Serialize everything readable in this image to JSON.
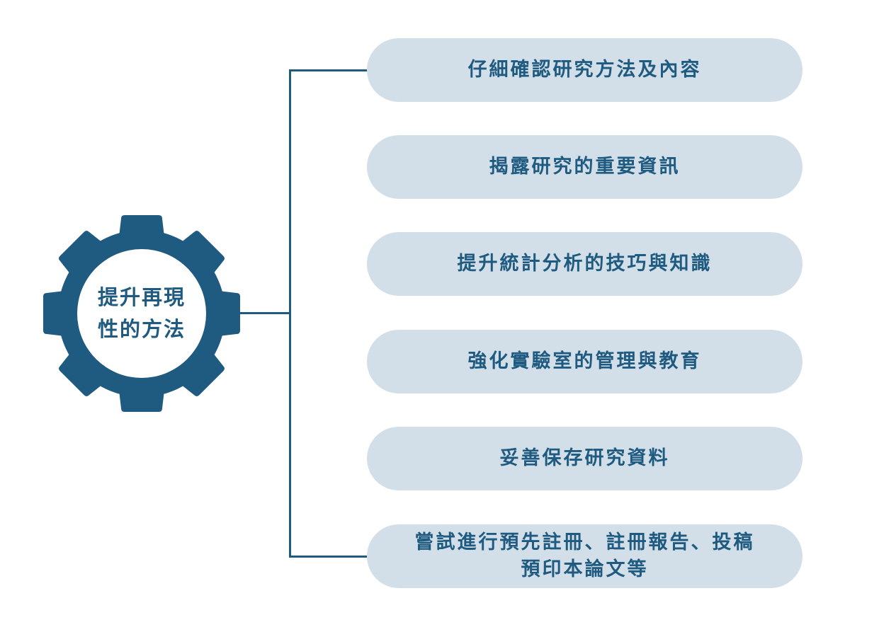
{
  "center": {
    "label_line1": "提升再現",
    "label_line2": "性的方法"
  },
  "items": [
    {
      "label": "仔細確認研究方法及內容"
    },
    {
      "label": "揭露研究的重要資訊"
    },
    {
      "label": "提升統計分析的技巧與知識"
    },
    {
      "label": "強化實驗室的管理與教育"
    },
    {
      "label": "妥善保存研究資料"
    },
    {
      "label_line1": "嘗試進行預先註冊、註冊報告、投稿",
      "label_line2": "預印本論文等"
    }
  ],
  "colors": {
    "primary": "#1f5a80",
    "pill": "#d3dfe8"
  }
}
